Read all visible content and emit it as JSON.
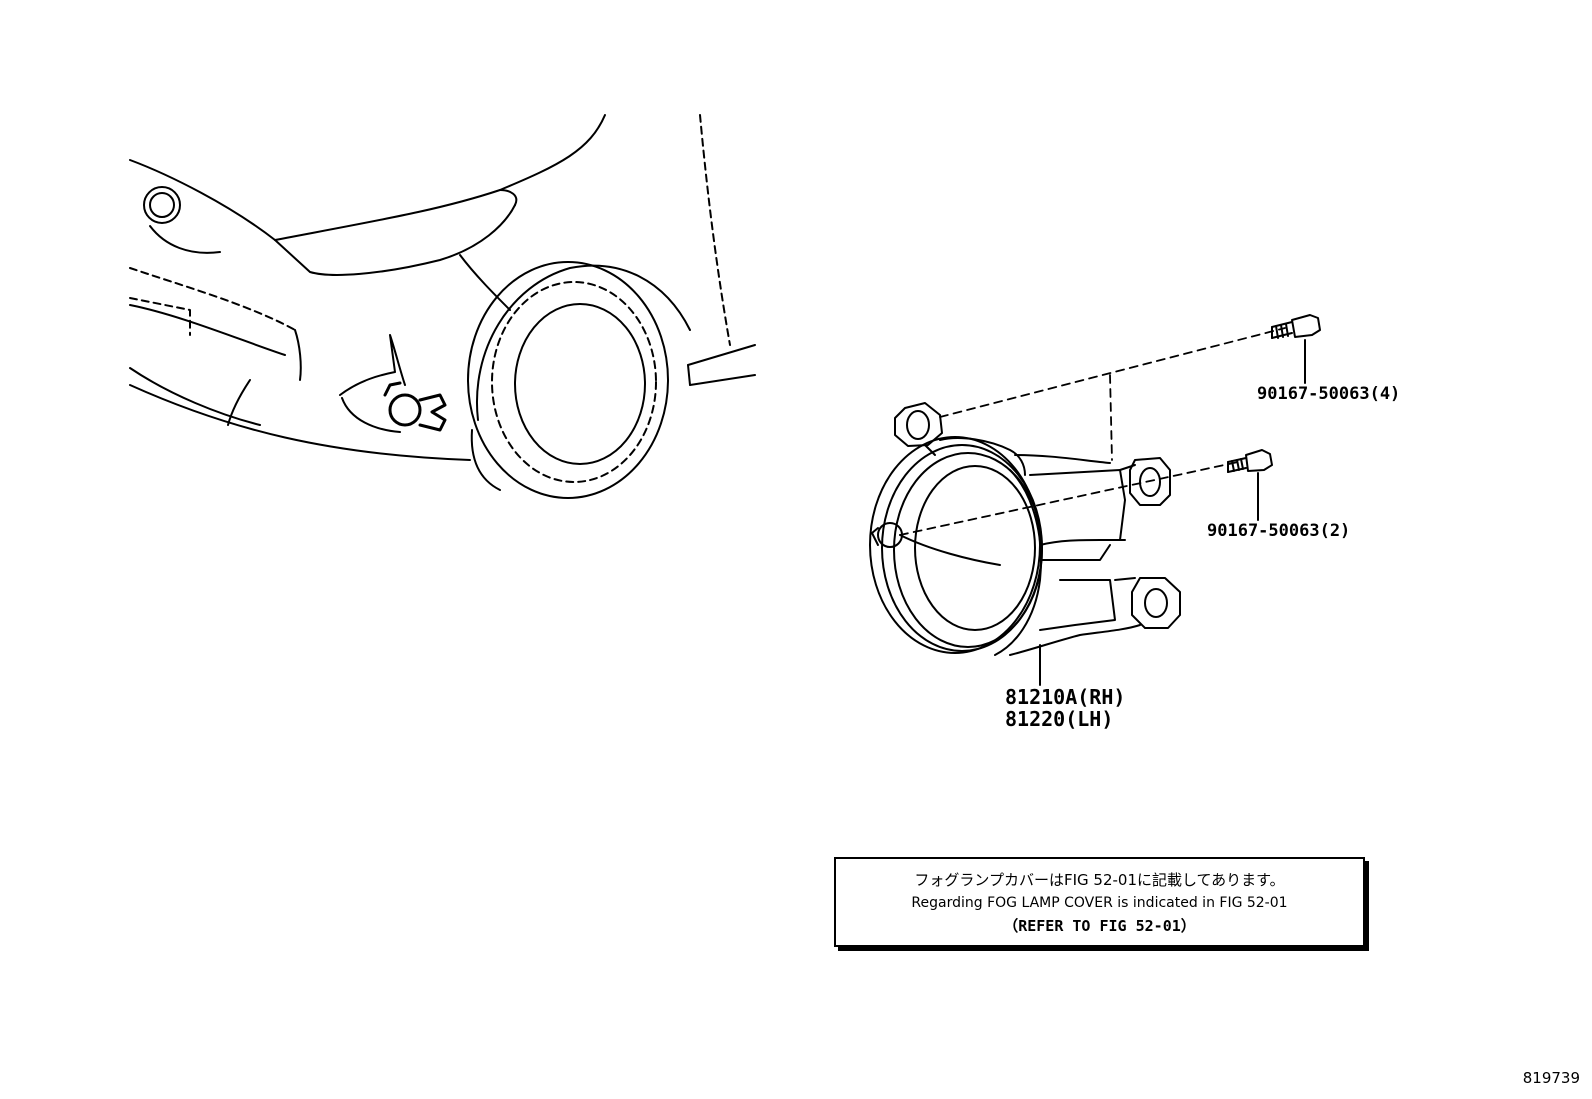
{
  "callouts": {
    "bolt_upper": "90167-50063(4)",
    "bolt_lower": "90167-50063(2)",
    "lamp_rh": "81210A(RH)",
    "lamp_lh": "81220(LH)"
  },
  "note": {
    "line1": "フォグランプカバーはFIG 52-01に記載してあります。",
    "line2": "Regarding FOG LAMP COVER is indicated in FIG 52-01",
    "line3": "（REFER TO FIG 52-01）"
  },
  "figure_id": "819739",
  "icons": [
    "car-front-bumper-icon",
    "fog-lamp-assembly-icon",
    "bolt-icon"
  ]
}
